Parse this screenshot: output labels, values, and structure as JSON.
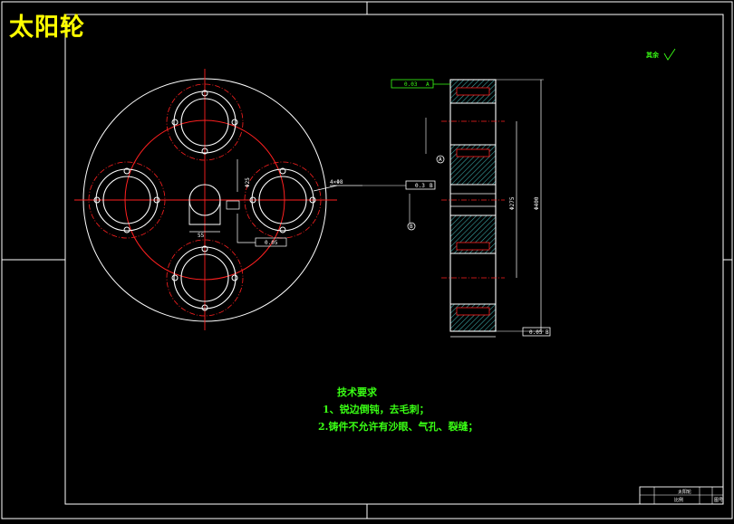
{
  "drawing": {
    "title": "太阳轮",
    "rough_note": "其余",
    "tech_requirements": {
      "title": "技术要求",
      "line1": "1、锐边倒钝，去毛刺；",
      "line2": "2.铸件不允许有沙眼、气孔、裂缝；"
    },
    "front_view": {
      "dim_bottom": "55",
      "dim_hole": "4×Φ8",
      "dim_vert": "Φ25",
      "tol_box": "0.05"
    },
    "side_view": {
      "tol_top": "0.03",
      "tol_top_ref": "A",
      "tol_mid": "0.3",
      "tol_mid_ref": "B",
      "tol_bottom": "0.05",
      "tol_bottom_ref": "B",
      "dim_outer": "Φ400",
      "dim_inner": "Φ275",
      "label_a": "A",
      "label_b": "B"
    },
    "title_block": {
      "cell1": "太阳轮",
      "cell2": "比例",
      "cell3": "图号"
    },
    "colors": {
      "outline": "#ffffff",
      "center": "#ff2020",
      "dim": "#39ff14",
      "title": "#ffff00",
      "hatch": "#3aa3a3"
    }
  }
}
